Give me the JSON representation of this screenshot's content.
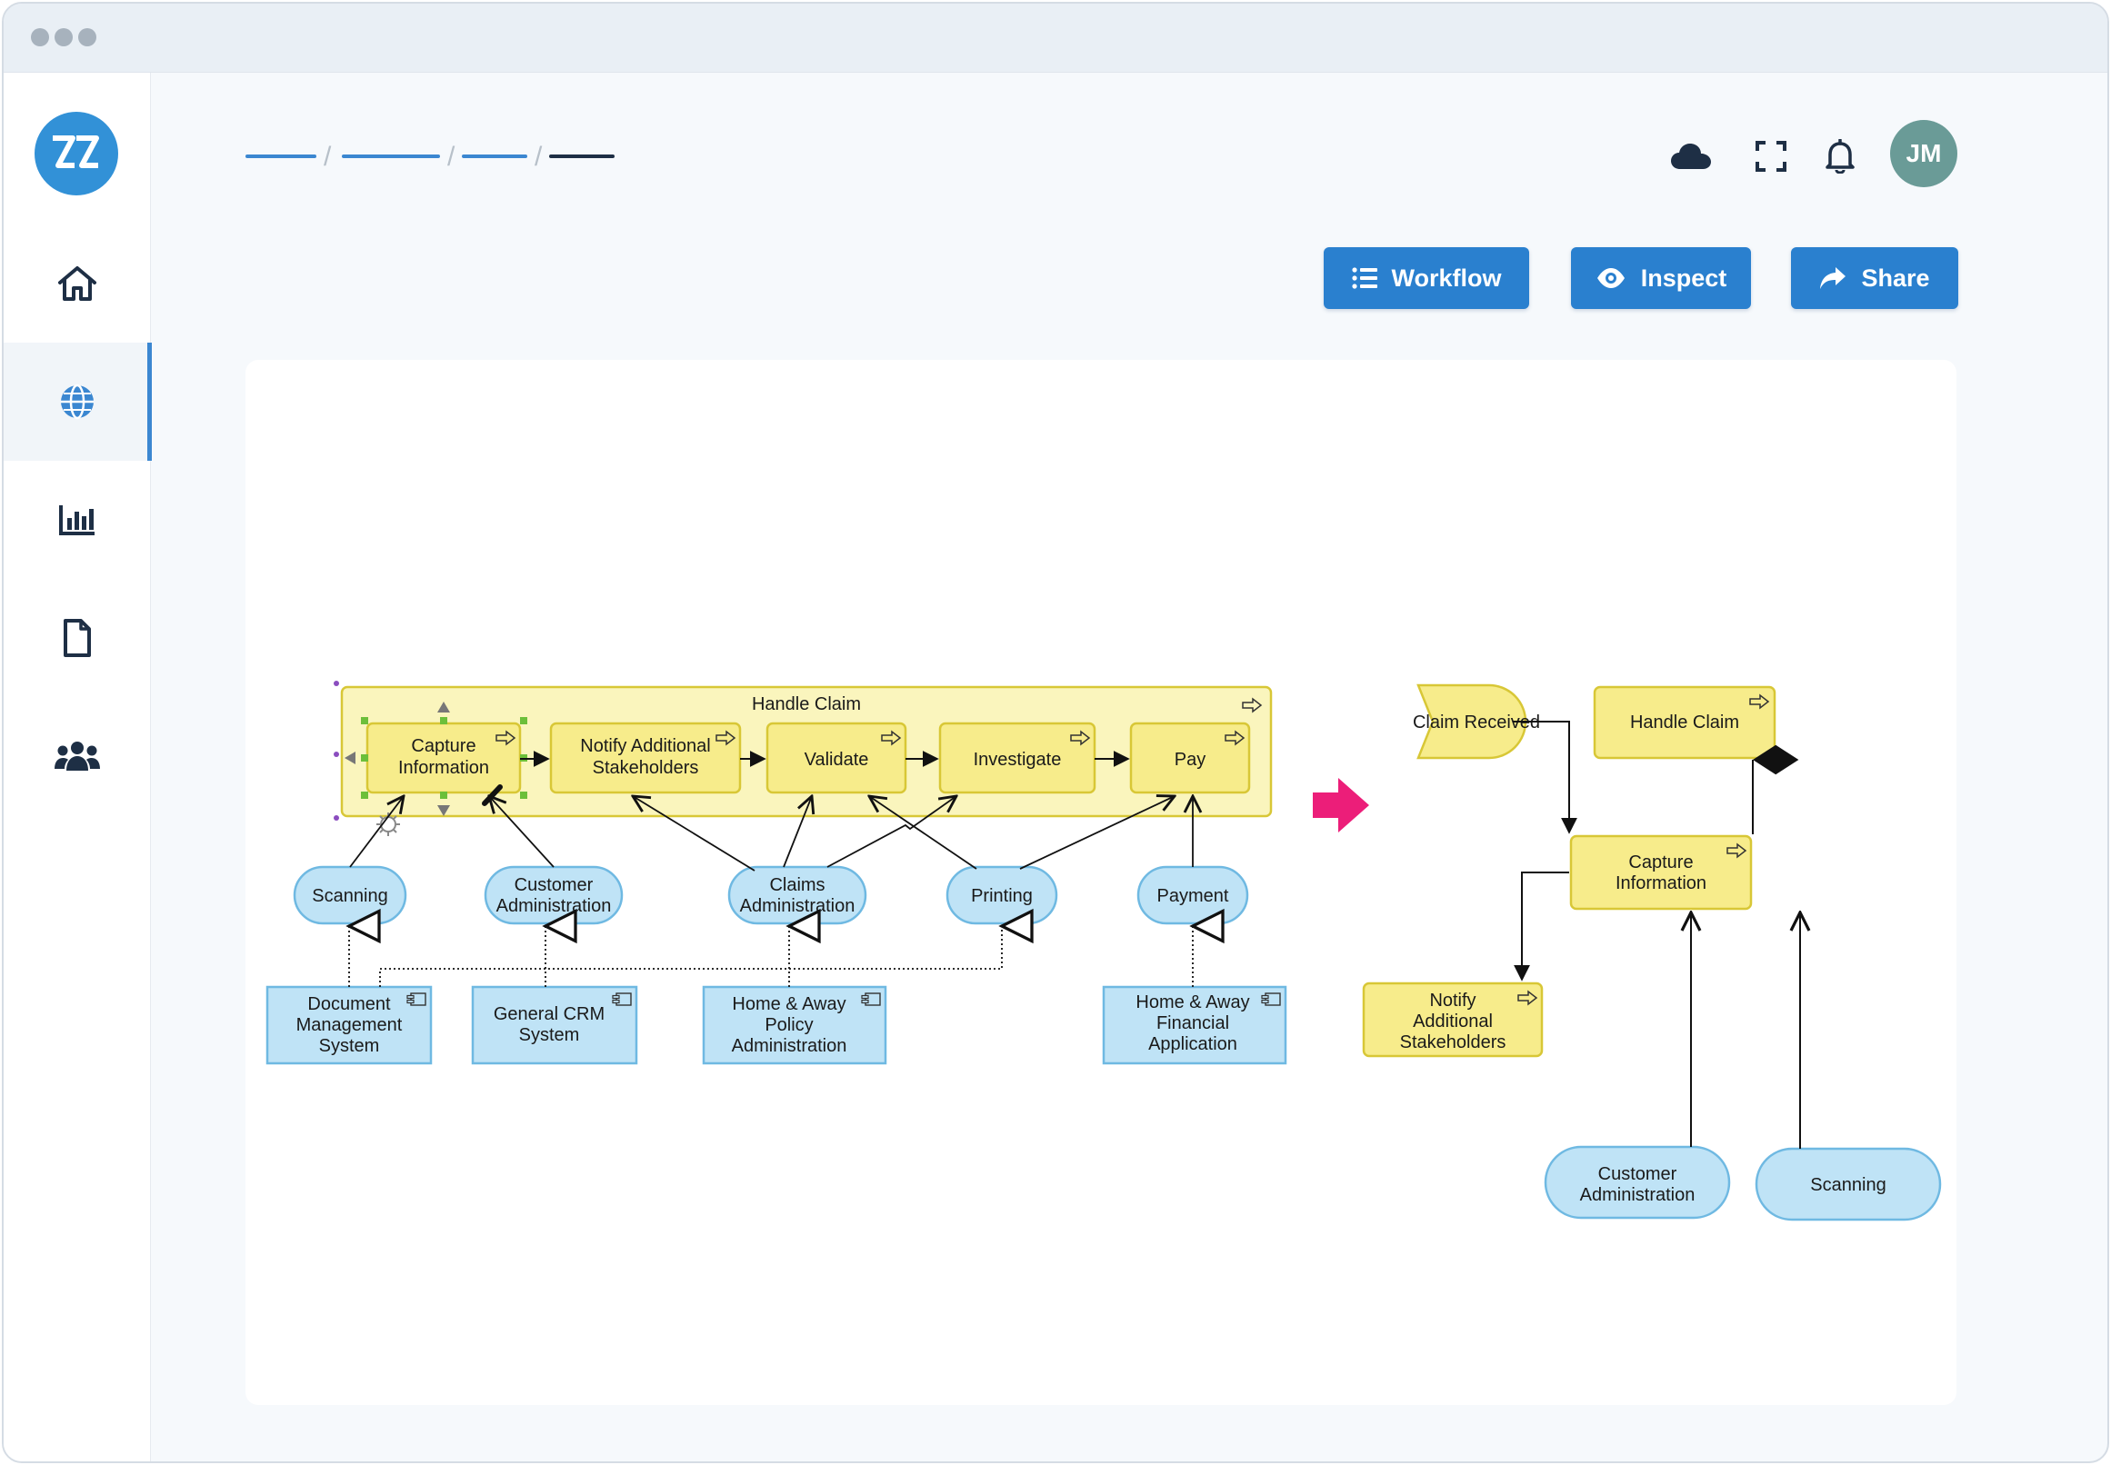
{
  "app": {
    "logo_text": "ZZ",
    "avatar_initials": "JM"
  },
  "titlebar": {
    "dots": 3
  },
  "sidebar": {
    "items": [
      {
        "icon": "home-icon",
        "active": false
      },
      {
        "icon": "globe-icon",
        "active": true
      },
      {
        "icon": "bar-chart-icon",
        "active": false
      },
      {
        "icon": "document-icon",
        "active": false
      },
      {
        "icon": "users-icon",
        "active": false
      }
    ]
  },
  "header": {
    "icons": [
      "cloud-icon",
      "fullscreen-icon",
      "bell-icon"
    ]
  },
  "toolbar": {
    "workflow_label": "Workflow",
    "inspect_label": "Inspect",
    "share_label": "Share"
  },
  "colors": {
    "primary": "#2a80cf",
    "process_fill": "#f7ec8b",
    "process_stroke": "#d8c736",
    "service_fill": "#bfe3f6",
    "service_stroke": "#6fb9e2",
    "arrow_accent": "#ec1e79"
  },
  "diagram": {
    "left": {
      "container": "Handle Claim",
      "processes": {
        "p1": [
          "Capture",
          "Information"
        ],
        "p2": [
          "Notify Additional",
          "Stakeholders"
        ],
        "p3": [
          "Validate"
        ],
        "p4": [
          "Investigate"
        ],
        "p5": [
          "Pay"
        ]
      },
      "services": {
        "s1": [
          "Scanning"
        ],
        "s2": [
          "Customer",
          "Administration"
        ],
        "s3": [
          "Claims",
          "Administration"
        ],
        "s4": [
          "Printing"
        ],
        "s5": [
          "Payment"
        ]
      },
      "components": {
        "c1": [
          "Document",
          "Management",
          "System"
        ],
        "c2": [
          "General CRM",
          "System"
        ],
        "c3": [
          "Home & Away",
          "Policy",
          "Administration"
        ],
        "c4": [
          "Home & Away",
          "Financial",
          "Application"
        ]
      }
    },
    "right": {
      "event": [
        "Claim Received"
      ],
      "handle": [
        "Handle Claim"
      ],
      "capture": [
        "Capture",
        "Information"
      ],
      "notify": [
        "Notify",
        "Additional",
        "Stakeholders"
      ],
      "customer": [
        "Customer",
        "Administration"
      ],
      "scanning": [
        "Scanning"
      ]
    }
  }
}
